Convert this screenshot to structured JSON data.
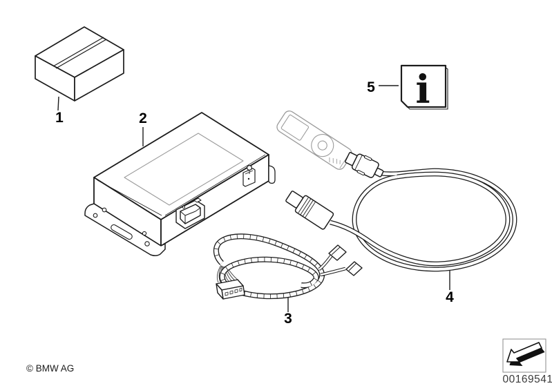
{
  "diagram": {
    "callouts": [
      {
        "label": "1"
      },
      {
        "label": "2"
      },
      {
        "label": "3"
      },
      {
        "label": "4"
      },
      {
        "label": "5"
      }
    ],
    "info_booklet_glyph": "i"
  },
  "footer": {
    "copyright": "© BMW AG",
    "image_number": "00169541"
  },
  "colors": {
    "background": "#ffffff",
    "line": "#1c1c1c",
    "light_line": "#9b9b9b",
    "stamp_border": "#8a8a8a",
    "part_number_text": "#3a3a3a"
  }
}
